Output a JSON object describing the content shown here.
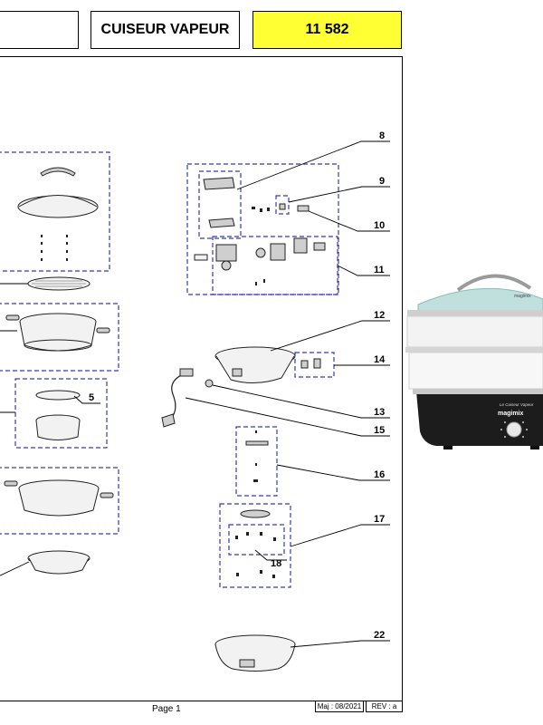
{
  "header": {
    "left": "",
    "title": "CUISEUR VAPEUR",
    "ref": "11 582"
  },
  "footer": {
    "page": "Page 1",
    "maj": "Maj : 08/2021",
    "rev": "REV : a"
  },
  "callouts": [
    "5",
    "8",
    "9",
    "10",
    "11",
    "12",
    "13",
    "14",
    "15",
    "16",
    "17",
    "18",
    "22"
  ],
  "product": {
    "brand": "magimix",
    "script": "Le Cuiseur Vapeur",
    "lid_brand": "magimix"
  },
  "colors": {
    "ref_highlight": "#ffff33",
    "dashed_frame": "#3a3ab0",
    "lid": "#bfe0dc",
    "base": "#1c1c1c"
  }
}
